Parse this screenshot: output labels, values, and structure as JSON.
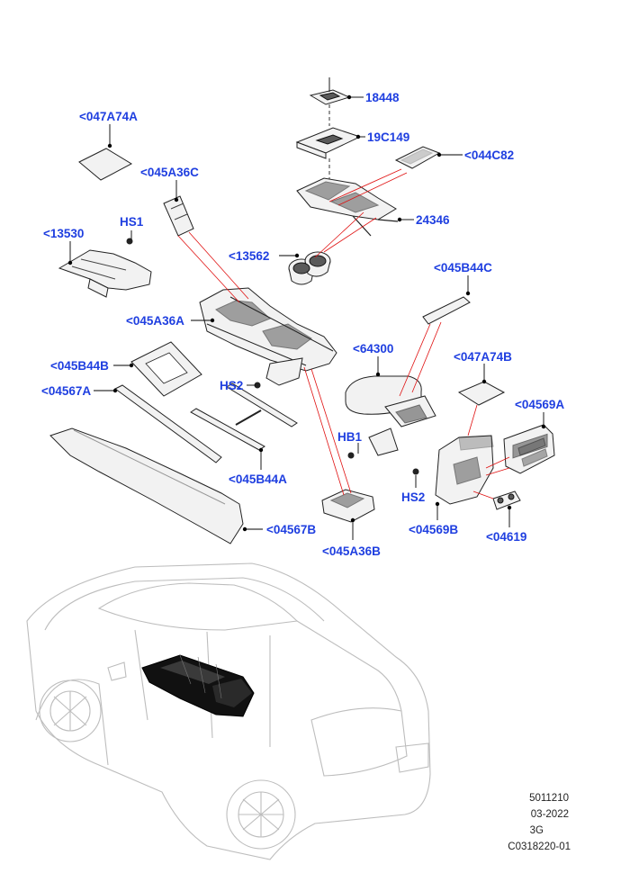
{
  "labels": {
    "p18448": "18448",
    "p19C149": "19C149",
    "p047A74A_top": "<047A74A",
    "p044C82": "<044C82",
    "p045A36C": "<045A36C",
    "p24346": "24346",
    "HS1": "HS1",
    "p13530": "<13530",
    "p13562": "<13562",
    "p045B44C": "<045B44C",
    "p045A36A": "<045A36A",
    "p64300": "<64300",
    "p047A74B": "<047A74B",
    "p045B44B": "<045B44B",
    "HS2_left": "HS2",
    "p04567A": "<04567A",
    "p04569A": "<04569A",
    "HB1": "HB1",
    "p045B44A": "<045B44A",
    "HS2_right": "HS2",
    "p04567B": "<04567B",
    "p04569B": "<04569B",
    "p04619": "<04619",
    "p045A36B": "<045A36B"
  },
  "footer": {
    "line1": "5011210",
    "line2": "03-2022",
    "line3": "3G",
    "line4": "C0318220-01"
  },
  "colors": {
    "callout": "#1f3fe0",
    "callout_line": "#e01010",
    "leader": "#000000",
    "car_outline": "#bdbdbd"
  }
}
